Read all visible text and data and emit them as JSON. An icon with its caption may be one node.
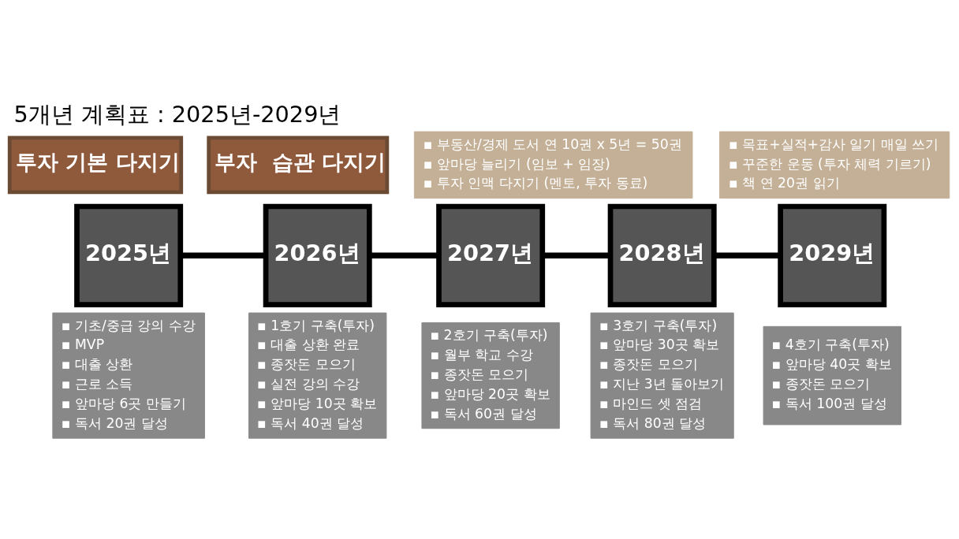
{
  "diagram": {
    "title": "5개년 계획표 : 2025년-2029년",
    "nodes": [
      {
        "text": [
          "투자 기본 다지기"
        ]
      },
      {
        "text": [
          "▪ 부동산/경제 도서 연 10권 x 5년 = 50권",
          "▪ 앞마당 늘리기 (임보 + 임장)",
          "▪ 투자 인맥 다지기 (멘토, 투자 동료)"
        ]
      },
      {
        "text": [
          "부자  습관 다지기"
        ]
      },
      {
        "text": [
          "▪ 목표+실적+감사 일기 매일 쓰기",
          "▪ 꾸준한 운동 (투자 체력 기르기)",
          "▪ 책 연 20권 읽기"
        ]
      },
      {
        "text": [
          "2025년"
        ]
      },
      {
        "text": [
          "▪ 기초/중급 강의 수강",
          "▪ MVP",
          "▪ 대출 상환",
          "▪ 근로 소득",
          "▪ 앞마당 6곳 만들기",
          "▪ 독서 20권 달성"
        ]
      },
      {
        "text": [
          "2026년"
        ]
      },
      {
        "text": [
          "▪ 1호기 구축(투자)",
          "▪ 대출 상환 완료",
          "▪ 종잣돈 모으기",
          "▪ 실전 강의 수강",
          "▪ 앞마당 10곳 확보",
          "▪ 독서 40권 달성"
        ]
      },
      {
        "text": [
          "2027년"
        ]
      },
      {
        "text": [
          "▪ 2호기 구축(투자)",
          "▪ 월부 학교 수강",
          "▪ 종잣돈 모으기",
          "▪ 앞마당 20곳 확보",
          "▪ 독서 60권 달성"
        ]
      },
      {
        "text": [
          "2028년"
        ]
      },
      {
        "text": [
          "▪ 3호기 구축(투자)",
          "▪ 앞마당 30곳 확보",
          "▪ 종잣돈 모으기",
          "▪ 지난 3년 돌아보기",
          "▪ 마인드 셋 점검",
          "▪ 독서 80권 달성"
        ]
      },
      {
        "text": [
          "2029년"
        ]
      },
      {
        "text": [
          "▪ 4호기 구축(투자)",
          "▪ 앞마당 40곳 확보",
          "▪ 종잣돈 모으기",
          "▪ 독서 100권 달성"
        ]
      }
    ],
    "edges": [
      {
        "from": 4,
        "to": 6,
        "arrow": "none"
      },
      {
        "from": 6,
        "to": 8,
        "arrow": "none"
      },
      {
        "from": 8,
        "to": 10,
        "arrow": "none"
      },
      {
        "from": 10,
        "to": 12,
        "arrow": "none"
      }
    ]
  }
}
